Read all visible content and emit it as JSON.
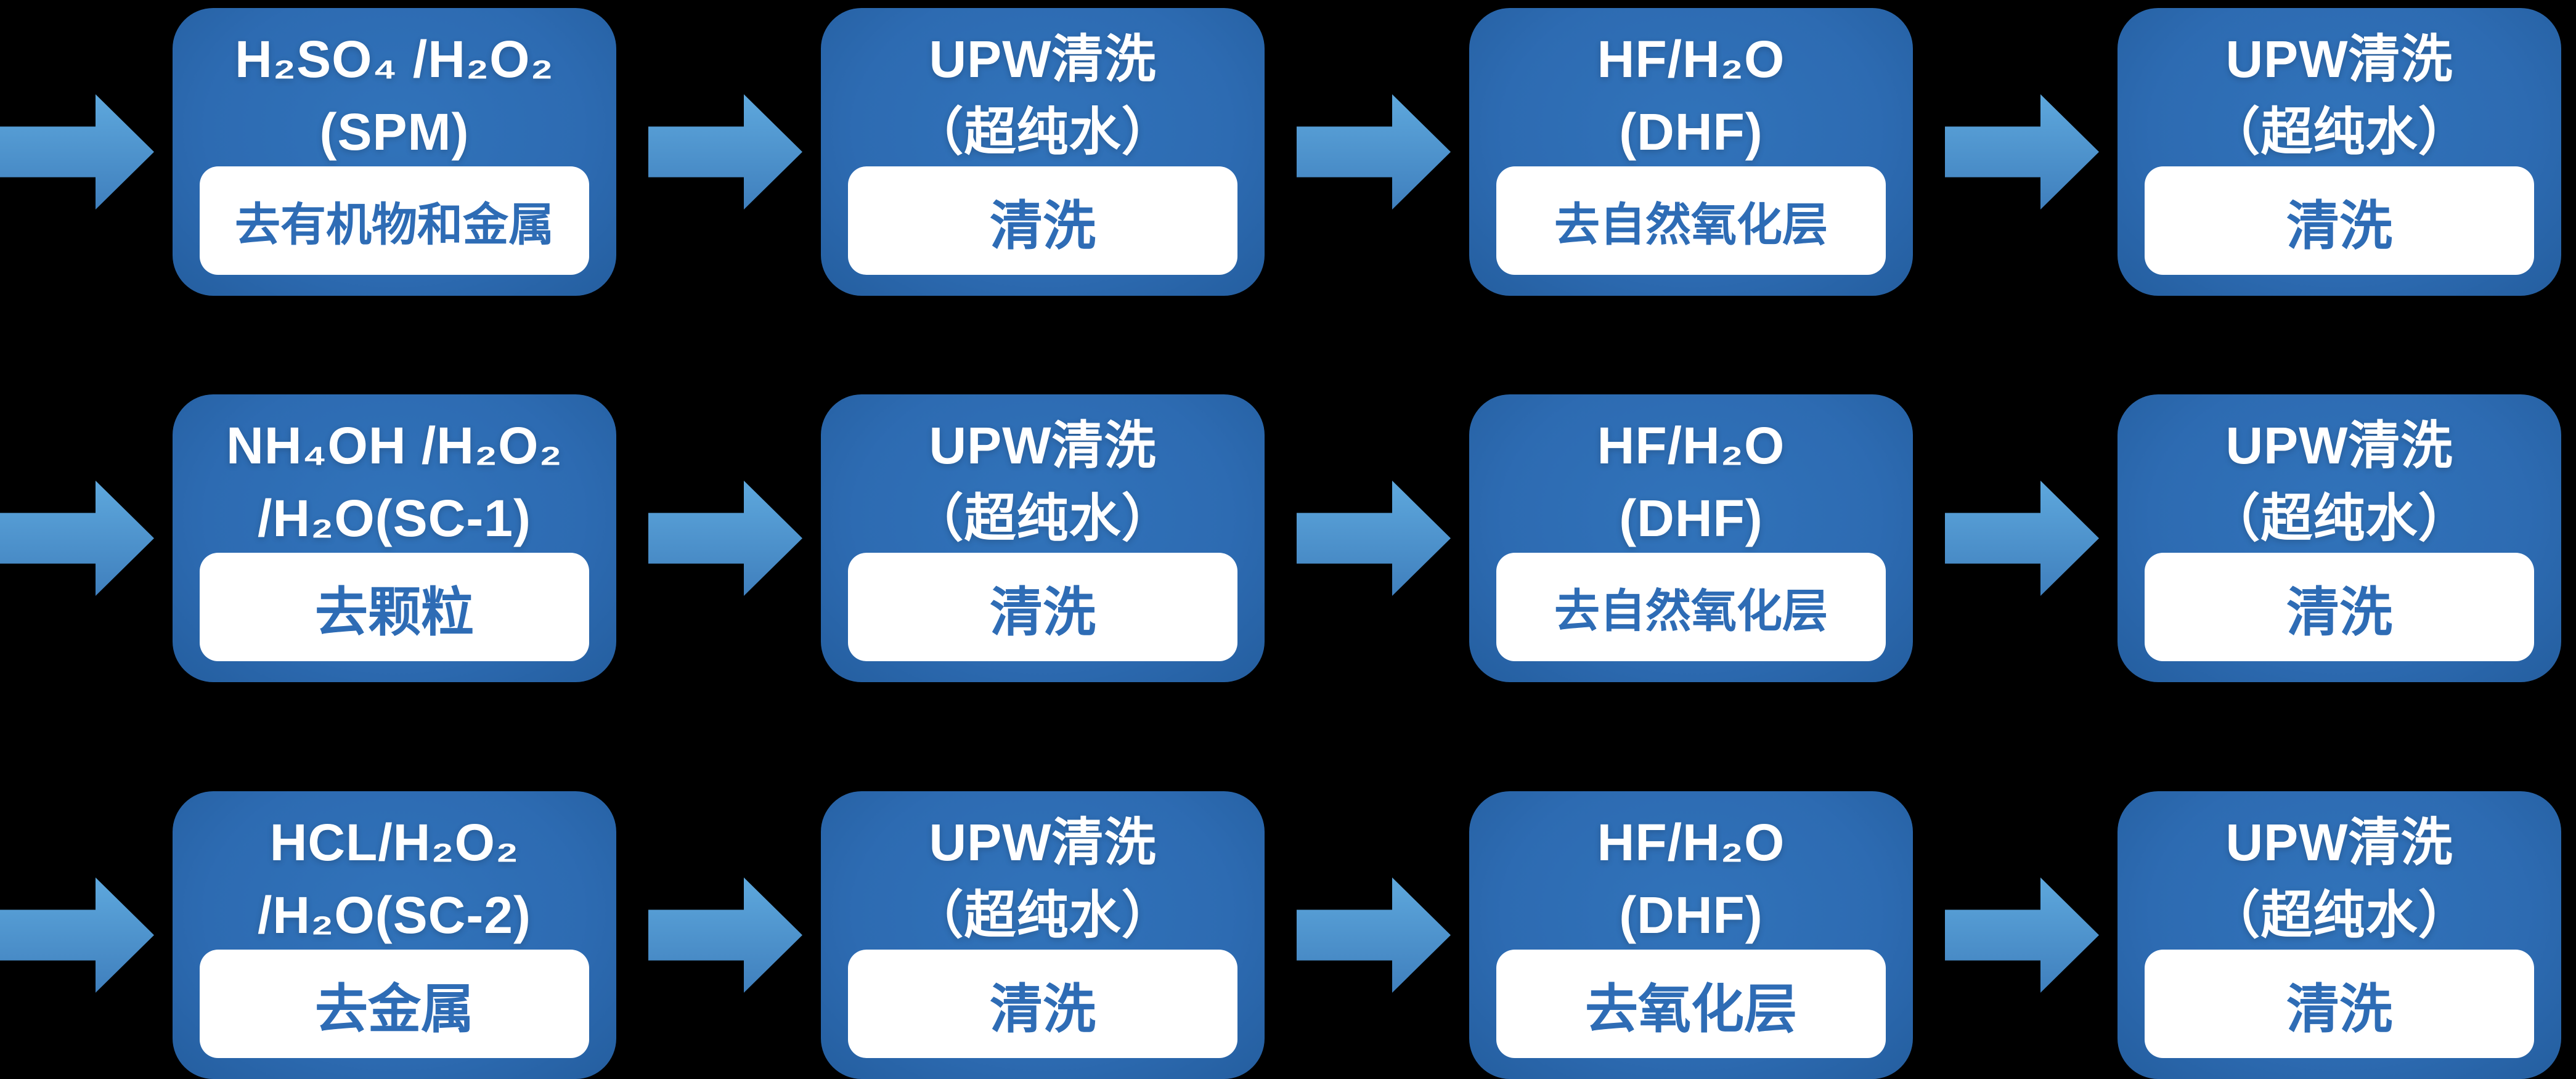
{
  "diagram_title": "wafer-cleaning-process-flow",
  "colors": {
    "background": "#000000",
    "box_light": "#3173ba",
    "box_mid": "#2d6bb2",
    "box_dark": "#245e9f",
    "arrow_top": "#5ea8dd",
    "arrow_bottom": "#3f7fbd",
    "title_text": "#ffffff",
    "label_bg": "#ffffff",
    "label_text": "#2e6cb5"
  },
  "rows": [
    {
      "steps": [
        {
          "title_line1": "H₂SO₄ /H₂O₂",
          "title_line2": "(SPM)",
          "label": "去有机物和金属"
        },
        {
          "title_line1": "UPW清洗",
          "title_line2": "（超纯水）",
          "label": "清洗"
        },
        {
          "title_line1": "HF/H₂O",
          "title_line2": "(DHF)",
          "label": "去自然氧化层"
        },
        {
          "title_line1": "UPW清洗",
          "title_line2": "（超纯水）",
          "label": "清洗"
        }
      ]
    },
    {
      "steps": [
        {
          "title_line1": "NH₄OH /H₂O₂",
          "title_line2": "/H₂O(SC-1)",
          "label": "去颗粒"
        },
        {
          "title_line1": "UPW清洗",
          "title_line2": "（超纯水）",
          "label": "清洗"
        },
        {
          "title_line1": "HF/H₂O",
          "title_line2": "(DHF)",
          "label": "去自然氧化层"
        },
        {
          "title_line1": "UPW清洗",
          "title_line2": "（超纯水）",
          "label": "清洗"
        }
      ]
    },
    {
      "steps": [
        {
          "title_line1": "HCL/H₂O₂",
          "title_line2": "/H₂O(SC-2)",
          "label": "去金属"
        },
        {
          "title_line1": "UPW清洗",
          "title_line2": "（超纯水）",
          "label": "清洗"
        },
        {
          "title_line1": "HF/H₂O",
          "title_line2": "(DHF)",
          "label": "去氧化层"
        },
        {
          "title_line1": "UPW清洗",
          "title_line2": "（超纯水）",
          "label": "清洗"
        }
      ]
    }
  ]
}
